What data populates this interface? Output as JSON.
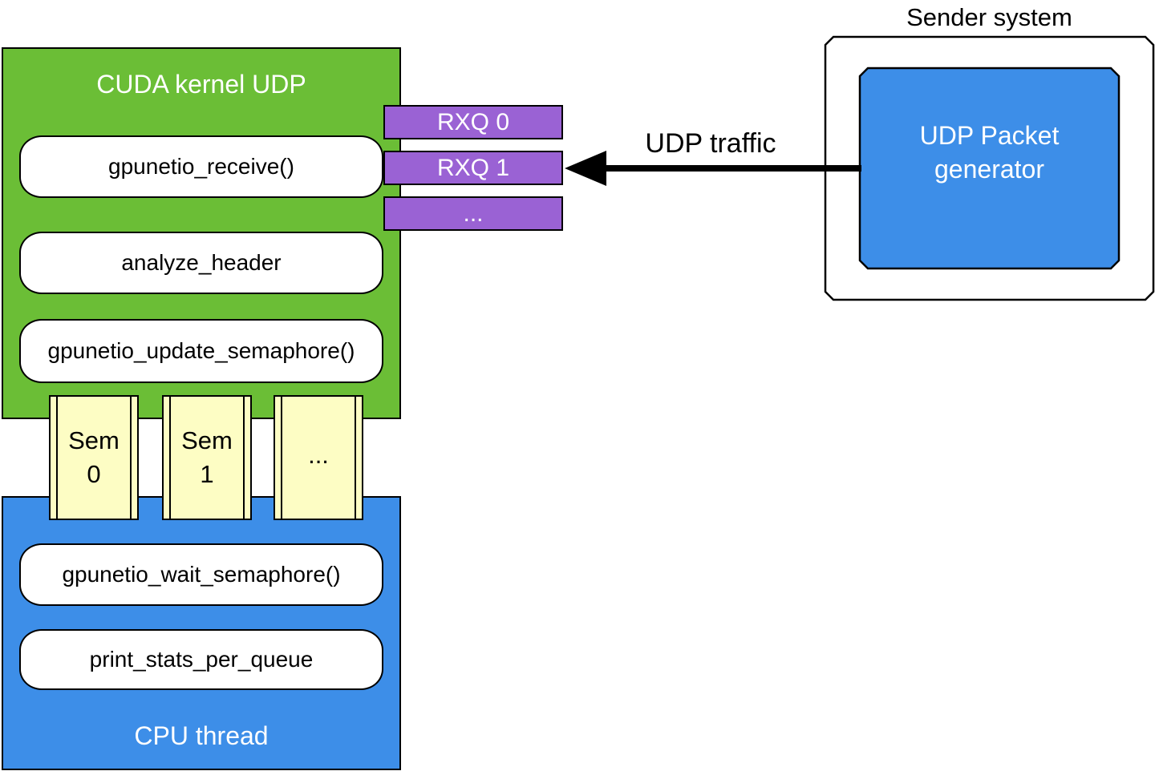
{
  "gpu": {
    "title": "CUDA kernel UDP",
    "functions": [
      "gpunetio_receive()",
      "analyze_header",
      "gpunetio_update_semaphore()"
    ],
    "color": "#6bbe36"
  },
  "rx_queues": [
    "RXQ 0",
    "RXQ 1",
    "..."
  ],
  "rxq_color": "#9a62d4",
  "semaphores": [
    {
      "line1": "Sem",
      "line2": "0"
    },
    {
      "line1": "Sem",
      "line2": "1"
    },
    {
      "line1": "...",
      "line2": ""
    }
  ],
  "sem_color": "#fdfdc4",
  "cpu": {
    "title": "CPU thread",
    "functions": [
      "gpunetio_wait_semaphore()",
      "print_stats_per_queue"
    ],
    "color": "#3d8ee8"
  },
  "sender": {
    "title": "Sender system",
    "generator_line1": "UDP Packet",
    "generator_line2": "generator"
  },
  "traffic_label": "UDP traffic"
}
